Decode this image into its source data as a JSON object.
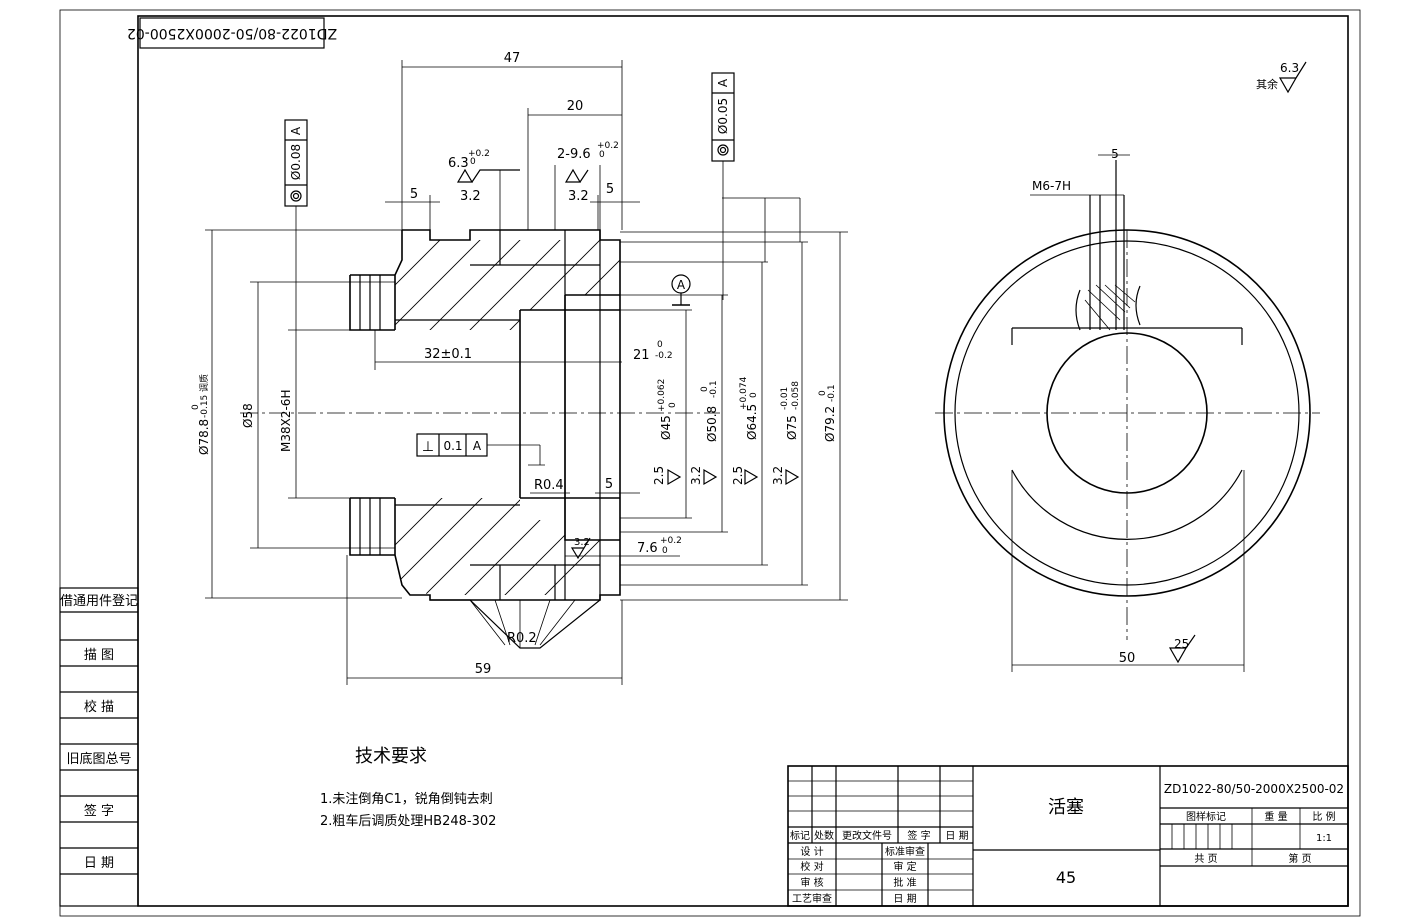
{
  "drawing": {
    "code_inverted": "ZD1022-80/50-2000X2500-02",
    "roughness_other": {
      "label": "其余",
      "value": "6.3"
    },
    "section": {
      "dim_47": "47",
      "dim_20": "20",
      "dim_5_a": "5",
      "dim_5_b": "5",
      "dim_5_c": "5",
      "dim_59": "59",
      "dim_32": "32±0.1",
      "dim_21": "21",
      "dim_21_tol_up": "0",
      "dim_21_tol_low": "-0.2",
      "rough_63": "6.3",
      "rough_63_tol": "+0.2",
      "rough_63_tol2": "0",
      "rough_32_a": "3.2",
      "groove_label": "2-9.6",
      "groove_tol_up": "+0.2",
      "groove_tol_low": "0",
      "rough_32_b": "3.2",
      "rough_32_c": "3.2",
      "dim_76": "7.6",
      "dim_76_tol_up": "+0.2",
      "dim_76_tol_low": "0",
      "r04": "R0.4",
      "r02": "R0.2",
      "datum_a": "A",
      "flatness_symbol": "⊥",
      "perp_value": "0.1",
      "perp_datum": "A",
      "coax_left_value": "Ø0.08",
      "coax_left_datum": "A",
      "coax_right_value": "Ø0.05",
      "coax_right_datum": "A",
      "dia_788": "Ø78.8",
      "dia_788_tol": "-0.15",
      "dia_788_tol2": "0",
      "dia_788_note": "调质",
      "dia_58": "Ø58",
      "thread": "M38X2-6H",
      "dia_45": "Ø45",
      "dia_45_tol": "+0.062",
      "dia_45_tol2": "0",
      "dia_508": "Ø50.8",
      "dia_508_tol": "-0.1",
      "dia_508_tol2": "0",
      "dia_645": "Ø64.5",
      "dia_645_tol": "+0.074",
      "dia_645_tol2": "0",
      "dia_75": "Ø75",
      "dia_75_tol": "-0.01",
      "dia_75_tol2": "-0.058",
      "dia_792": "Ø79.2",
      "dia_792_tol": "-0.1",
      "dia_792_tol2": "0",
      "rough_25": "2.5",
      "rough_32_d": "3.2",
      "rough_25_b": "2.5",
      "rough_32_e": "3.2"
    },
    "side_view": {
      "thread": "M6-7H",
      "dim_5": "5",
      "dim_50": "50",
      "rough_25": "25"
    },
    "tech_requirements": {
      "title": "技术要求",
      "items": [
        "1.未注倒角C1，锐角倒钝去刺",
        "2.粗车后调质处理HB248-302"
      ]
    },
    "left_panel": {
      "labels": [
        "借通用件登记",
        "描  图",
        "校  描",
        "旧底图总号",
        "签  字",
        "日  期"
      ]
    },
    "title_block": {
      "part_name": "活塞",
      "material": "45",
      "drawing_no": "ZD1022-80/50-2000X2500-02",
      "stage_label": "图样标记",
      "weight_label": "重  量",
      "scale_label": "比  例",
      "scale_value": "1:1",
      "total_label": "共  页",
      "sheet_label": "第  页",
      "rev_headers": [
        "标记",
        "处数",
        "更改文件号",
        "签  字",
        "日  期"
      ],
      "roles_left": [
        "设  计",
        "校  对",
        "审  核",
        "工艺审查"
      ],
      "roles_right": [
        "标准审查",
        "审  定",
        "批  准",
        "日  期"
      ]
    }
  }
}
